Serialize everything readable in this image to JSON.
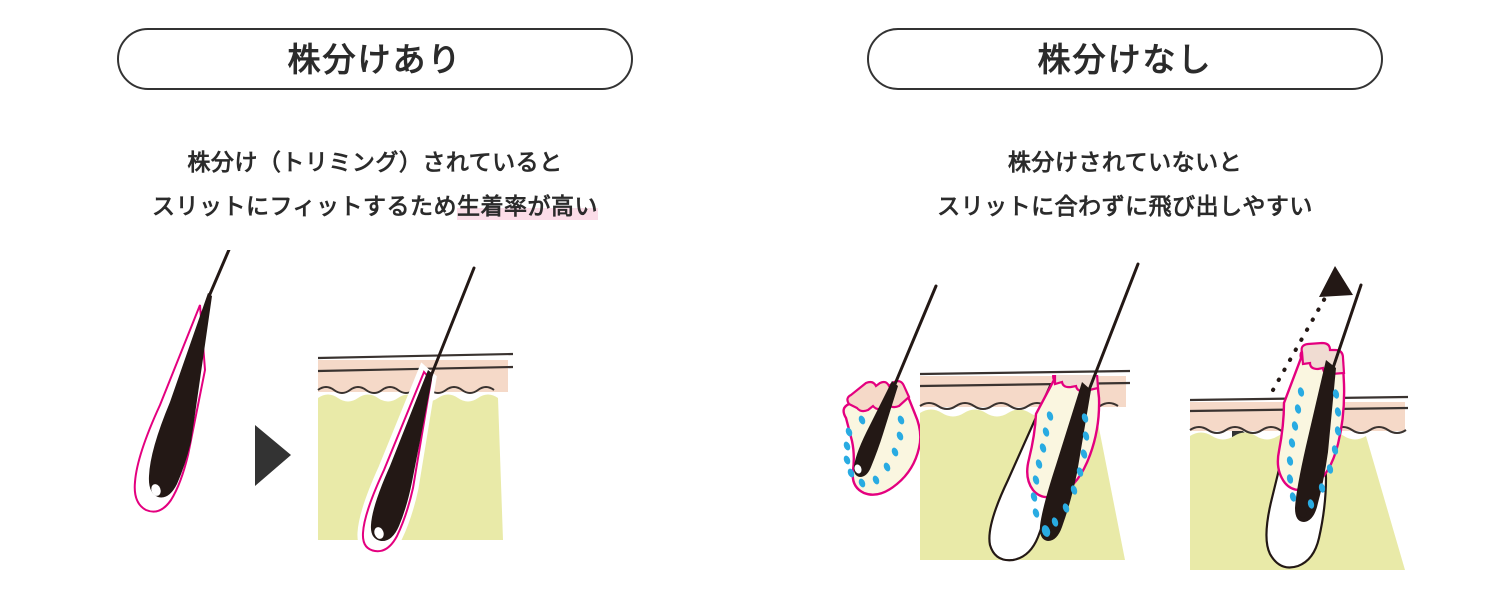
{
  "page": {
    "background": "#ffffff",
    "title": "株分けあり・なし比較図"
  },
  "colors": {
    "outline_dark": "#333333",
    "text": "#2b2b2b",
    "hair_dark": "#231815",
    "graft_magenta": "#e4007f",
    "epidermis_peach": "#f5d9c8",
    "dermis_yellow": "#e9eaa8",
    "tissue_cream": "#faf6e0",
    "cell_blue": "#29abe2",
    "highlight_pink": "#fbdde8",
    "arrow_gray": "#333333"
  },
  "panels": [
    {
      "id": "with-trimming",
      "pill_label": "株分けあり",
      "description": [
        "株分け（トリミング）されていると",
        "スリットにフィットするため生着率が高い"
      ],
      "highlight_text": "生着率が高い",
      "highlight": true,
      "steps": [
        {
          "name": "trimmed-graft",
          "caption": ""
        },
        {
          "name": "graft-fitted-in-slit",
          "caption": ""
        }
      ],
      "arrows": 1
    },
    {
      "id": "without-trimming",
      "pill_label": "株分けなし",
      "description": [
        "株分けされていないと",
        "スリットに合わずに飛び出しやすい"
      ],
      "highlight_text": "",
      "highlight": false,
      "steps": [
        {
          "name": "untrimmed-graft",
          "caption": ""
        },
        {
          "name": "graft-not-fitting-slit",
          "caption": ""
        },
        {
          "name": "graft-popping-out",
          "caption": ""
        }
      ],
      "arrows": 2
    }
  ],
  "icons": {
    "step_arrow": "triangle-right-icon",
    "eject_arrow": "dotted-arrow-up-icon"
  }
}
